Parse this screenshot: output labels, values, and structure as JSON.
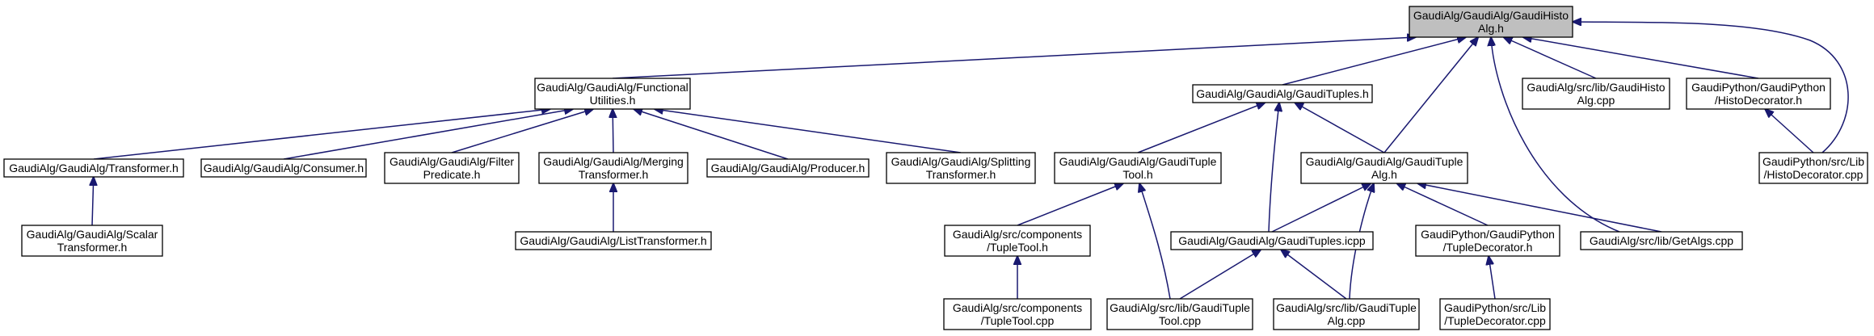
{
  "graph": {
    "nodes": [
      {
        "id": "root",
        "lines": [
          "GaudiAlg/GaudiAlg/GaudiHisto",
          "Alg.h"
        ],
        "highlight": true
      },
      {
        "id": "functional",
        "lines": [
          "GaudiAlg/GaudiAlg/Functional",
          "Utilities.h"
        ]
      },
      {
        "id": "tuples_h",
        "lines": [
          "GaudiAlg/GaudiAlg/GaudiTuples.h"
        ]
      },
      {
        "id": "histo_cpp",
        "lines": [
          "GaudiAlg/src/lib/GaudiHisto",
          "Alg.cpp"
        ]
      },
      {
        "id": "histodeco_h",
        "lines": [
          "GaudiPython/GaudiPython",
          "/HistoDecorator.h"
        ]
      },
      {
        "id": "transformer",
        "lines": [
          "GaudiAlg/GaudiAlg/Transformer.h"
        ]
      },
      {
        "id": "consumer",
        "lines": [
          "GaudiAlg/GaudiAlg/Consumer.h"
        ]
      },
      {
        "id": "filter",
        "lines": [
          "GaudiAlg/GaudiAlg/Filter",
          "Predicate.h"
        ]
      },
      {
        "id": "merging",
        "lines": [
          "GaudiAlg/GaudiAlg/Merging",
          "Transformer.h"
        ]
      },
      {
        "id": "producer",
        "lines": [
          "GaudiAlg/GaudiAlg/Producer.h"
        ]
      },
      {
        "id": "splitting",
        "lines": [
          "GaudiAlg/GaudiAlg/Splitting",
          "Transformer.h"
        ]
      },
      {
        "id": "tupletool_h",
        "lines": [
          "GaudiAlg/GaudiAlg/GaudiTuple",
          "Tool.h"
        ]
      },
      {
        "id": "tuplealg_h",
        "lines": [
          "GaudiAlg/GaudiAlg/GaudiTuple",
          "Alg.h"
        ]
      },
      {
        "id": "histodeco_cpp",
        "lines": [
          "GaudiPython/src/Lib",
          "/HistoDecorator.cpp"
        ]
      },
      {
        "id": "scalar",
        "lines": [
          "GaudiAlg/GaudiAlg/Scalar",
          "Transformer.h"
        ]
      },
      {
        "id": "list",
        "lines": [
          "GaudiAlg/GaudiAlg/ListTransformer.h"
        ]
      },
      {
        "id": "comp_tupletool_h",
        "lines": [
          "GaudiAlg/src/components",
          "/TupleTool.h"
        ]
      },
      {
        "id": "tuples_icpp",
        "lines": [
          "GaudiAlg/GaudiAlg/GaudiTuples.icpp"
        ]
      },
      {
        "id": "tupledeco_h",
        "lines": [
          "GaudiPython/GaudiPython",
          "/TupleDecorator.h"
        ]
      },
      {
        "id": "getalgs",
        "lines": [
          "GaudiAlg/src/lib/GetAlgs.cpp"
        ]
      },
      {
        "id": "comp_tupletool_cpp",
        "lines": [
          "GaudiAlg/src/components",
          "/TupleTool.cpp"
        ]
      },
      {
        "id": "lib_tupletool_cpp",
        "lines": [
          "GaudiAlg/src/lib/GaudiTuple",
          "Tool.cpp"
        ]
      },
      {
        "id": "lib_tuplealg_cpp",
        "lines": [
          "GaudiAlg/src/lib/GaudiTuple",
          "Alg.cpp"
        ]
      },
      {
        "id": "tupledeco_cpp",
        "lines": [
          "GaudiPython/src/Lib",
          "/TupleDecorator.cpp"
        ]
      }
    ],
    "edges": [
      {
        "from": "functional",
        "to": "root"
      },
      {
        "from": "tuples_h",
        "to": "root"
      },
      {
        "from": "histo_cpp",
        "to": "root"
      },
      {
        "from": "histodeco_h",
        "to": "root"
      },
      {
        "from": "histodeco_cpp",
        "to": "root"
      },
      {
        "from": "tuplealg_h",
        "to": "root"
      },
      {
        "from": "getalgs",
        "to": "root"
      },
      {
        "from": "transformer",
        "to": "functional"
      },
      {
        "from": "consumer",
        "to": "functional"
      },
      {
        "from": "filter",
        "to": "functional"
      },
      {
        "from": "merging",
        "to": "functional"
      },
      {
        "from": "producer",
        "to": "functional"
      },
      {
        "from": "splitting",
        "to": "functional"
      },
      {
        "from": "scalar",
        "to": "transformer"
      },
      {
        "from": "list",
        "to": "merging"
      },
      {
        "from": "tupletool_h",
        "to": "tuples_h"
      },
      {
        "from": "tuplealg_h",
        "to": "tuples_h"
      },
      {
        "from": "tuples_icpp",
        "to": "tuples_h"
      },
      {
        "from": "histodeco_cpp",
        "to": "histodeco_h"
      },
      {
        "from": "comp_tupletool_h",
        "to": "tupletool_h"
      },
      {
        "from": "lib_tupletool_cpp",
        "to": "tupletool_h"
      },
      {
        "from": "tuples_icpp",
        "to": "tuplealg_h"
      },
      {
        "from": "tupledeco_h",
        "to": "tuplealg_h"
      },
      {
        "from": "getalgs",
        "to": "tuplealg_h"
      },
      {
        "from": "lib_tuplealg_cpp",
        "to": "tuplealg_h"
      },
      {
        "from": "comp_tupletool_cpp",
        "to": "comp_tupletool_h"
      },
      {
        "from": "lib_tupletool_cpp",
        "to": "tuples_icpp"
      },
      {
        "from": "lib_tuplealg_cpp",
        "to": "tuples_icpp"
      },
      {
        "from": "tupledeco_cpp",
        "to": "tupledeco_h"
      }
    ]
  },
  "colors": {
    "edge": "#191970",
    "node_border": "#000000",
    "node_fill": "#ffffff",
    "root_fill": "#bfbfbf"
  }
}
